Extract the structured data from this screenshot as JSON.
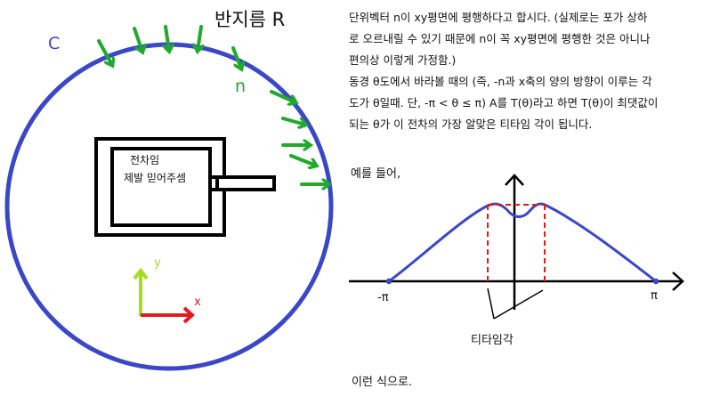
{
  "left_diagram": {
    "radius_label": "반지름 R",
    "circle_label": "C",
    "normal_label": "n",
    "tank_label_line1": "전차임",
    "tank_label_line2": "제발 믿어주셈",
    "y_axis_label": "y",
    "x_axis_label": "x",
    "colors": {
      "circle": "#3a47c9",
      "arrows": "#1faa2c",
      "y_axis": "#a6dc1e",
      "x_axis": "#e51b1b",
      "normal_label": "#1faa2c"
    }
  },
  "explanation": {
    "lines": [
      "단위벡터 n이 xy평면에 평행하다고 합시다. (실제로는 포가 상하",
      "로 오르내릴 수 있기 때문에 n이 꼭 xy평면에 평행한 것은 아니나",
      "편의상 이렇게 가정함.)",
      "동경 θ도에서 바라볼 때의 (즉, -n과 x축의 양의 방향이 이루는 각",
      "도가 θ일때. 단, -π < θ ≤ π) A를 T(θ)라고 하면 T(θ)이 최댓값이",
      "되는 θ가 이 전차의 가장 알맞은 티타임 각이 됩니다."
    ],
    "example_intro": "예를 들어,",
    "closing": "이런 식으로."
  },
  "graph": {
    "left_tick": "-π",
    "right_tick": "π",
    "range_label": "티타임각",
    "colors": {
      "curve": "#3a47c9",
      "range_lines": "#e51b1b"
    }
  }
}
